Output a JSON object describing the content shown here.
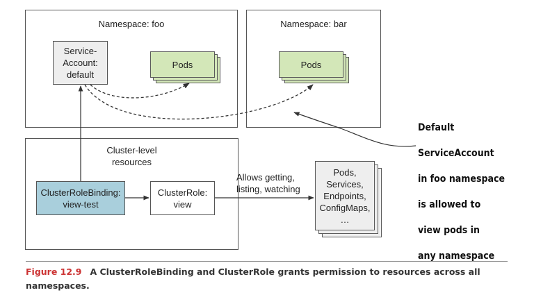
{
  "namespaces": [
    {
      "title": "Namespace: foo"
    },
    {
      "title": "Namespace: bar"
    }
  ],
  "service_account": {
    "lines": [
      "Service-",
      "Account:",
      "default"
    ]
  },
  "pods_foo": {
    "label": "Pods"
  },
  "pods_bar": {
    "label": "Pods"
  },
  "cluster_level": {
    "lines": [
      "Cluster-level",
      "resources"
    ]
  },
  "cluster_role_binding": {
    "lines": [
      "ClusterRoleBinding:",
      "view-test"
    ]
  },
  "cluster_role": {
    "lines": [
      "ClusterRole:",
      "view"
    ]
  },
  "allows_label": {
    "lines": [
      "Allows getting,",
      "listing, watching"
    ]
  },
  "resources": {
    "lines": [
      "Pods,",
      "Services,",
      "Endpoints,",
      "ConfigMaps,",
      "…"
    ]
  },
  "note": {
    "lines": [
      "Default",
      "ServiceAccount",
      "in foo namespace",
      "is allowed to",
      "view pods in",
      "any namespace"
    ]
  },
  "caption": {
    "figure": "Figure 12.9",
    "text": "A ClusterRoleBinding and ClusterRole grants permission to resources across all namespaces."
  },
  "colors": {
    "pods_fill": "#d3e7b8",
    "binding_fill": "#a9cfdc",
    "resources_fill": "#eeeeee",
    "caption_figure": "#cc3333"
  }
}
